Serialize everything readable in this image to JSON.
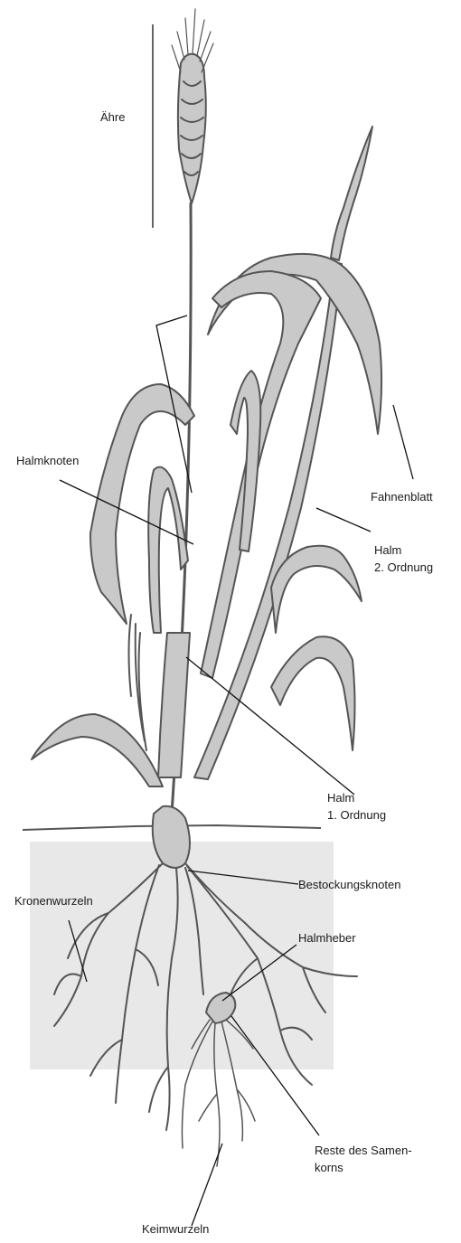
{
  "labels": {
    "ahre": "Ähre",
    "halmknoten": "Halmknoten",
    "fahnenblatt": "Fahnenblatt",
    "halm2_line1": "Halm",
    "halm2_line2": "2. Ordnung",
    "halm1_line1": "Halm",
    "halm1_line2": "1. Ordnung",
    "kronenwurzeln": "Kronenwurzeln",
    "bestockungsknoten": "Bestockungsknoten",
    "halmheber": "Halmheber",
    "reste_line1": "Reste des Samen-",
    "reste_line2": "korns",
    "keimwurzeln": "Keimwurzeln"
  },
  "colors": {
    "plant_fill": "#c9c9c9",
    "plant_stroke": "#555555",
    "soil_box": "#e8e8e8",
    "leader_line": "#111111",
    "text": "#1a1a1a"
  }
}
